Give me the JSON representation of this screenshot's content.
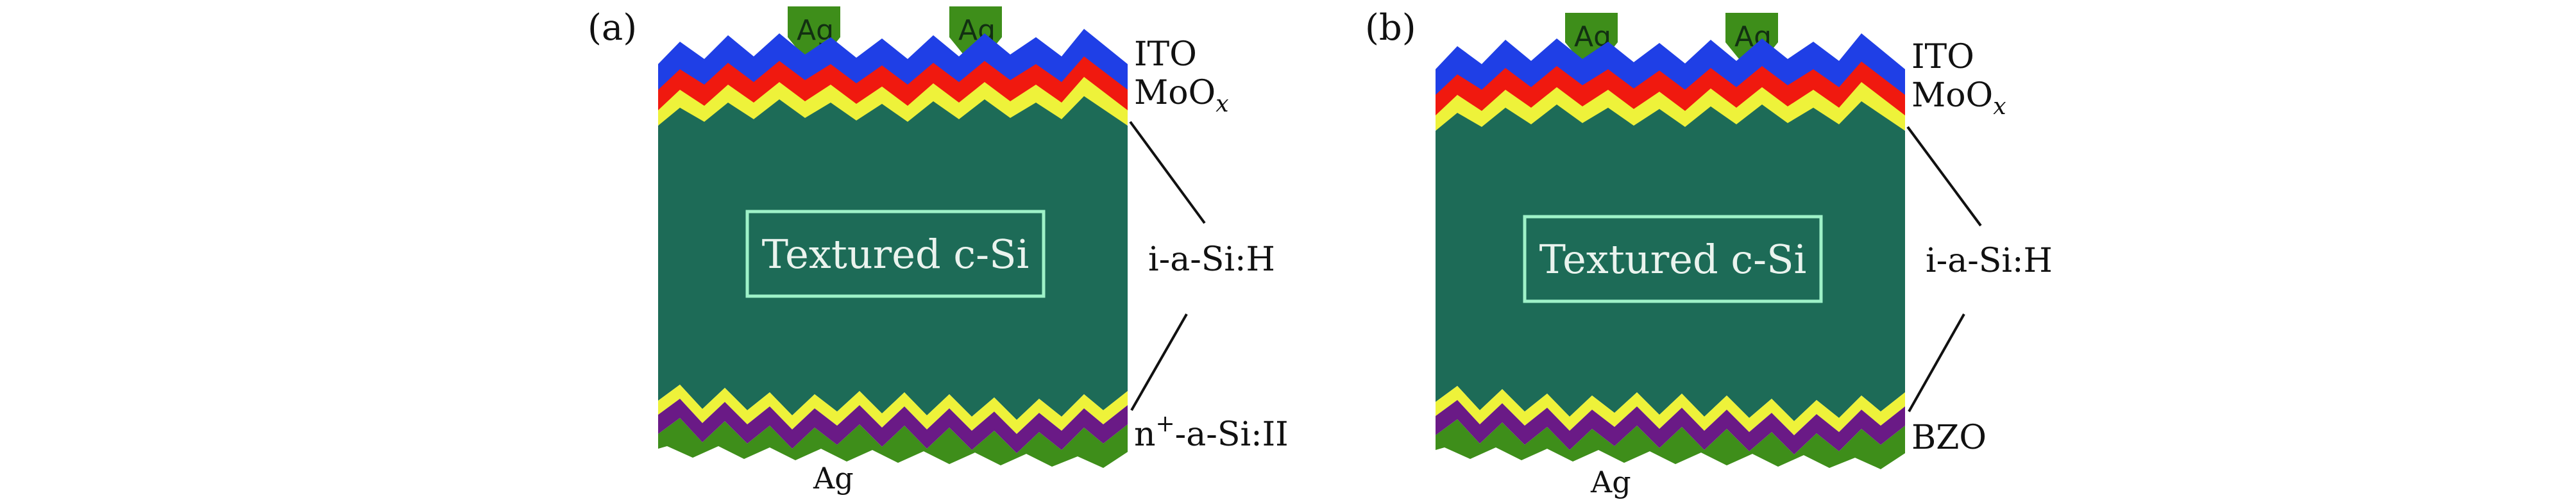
{
  "colors": {
    "ito": "#1f3fe6",
    "moox": "#f0190f",
    "i_a_si_h": "#eef23a",
    "silicon": "#1d6b57",
    "rear_contact": "#6a1a86",
    "ag": "#3e8e1a",
    "core_box_stroke": "#9ef2c8"
  },
  "panels": [
    {
      "tag": "(a)",
      "core_label": "Textured c-Si",
      "front_contacts": [
        "Ag",
        "Ag"
      ],
      "layer_labels": {
        "ito": "ITO",
        "moox_base": "MoO",
        "moox_sub": "x",
        "passivation": "i-a-Si:H",
        "rear_base": "n",
        "rear_sup": "+",
        "rear_rest": "-a-Si:II"
      },
      "bottom_contact": "Ag"
    },
    {
      "tag": "(b)",
      "core_label": "Textured c-Si",
      "front_contacts": [
        "Ag",
        "Ag"
      ],
      "layer_labels": {
        "ito": "ITO",
        "moox_base": "MoO",
        "moox_sub": "x",
        "passivation": "i-a-Si:H",
        "rear_base": "BZO",
        "rear_sup": "",
        "rear_rest": ""
      },
      "bottom_contact": "Ag"
    }
  ]
}
